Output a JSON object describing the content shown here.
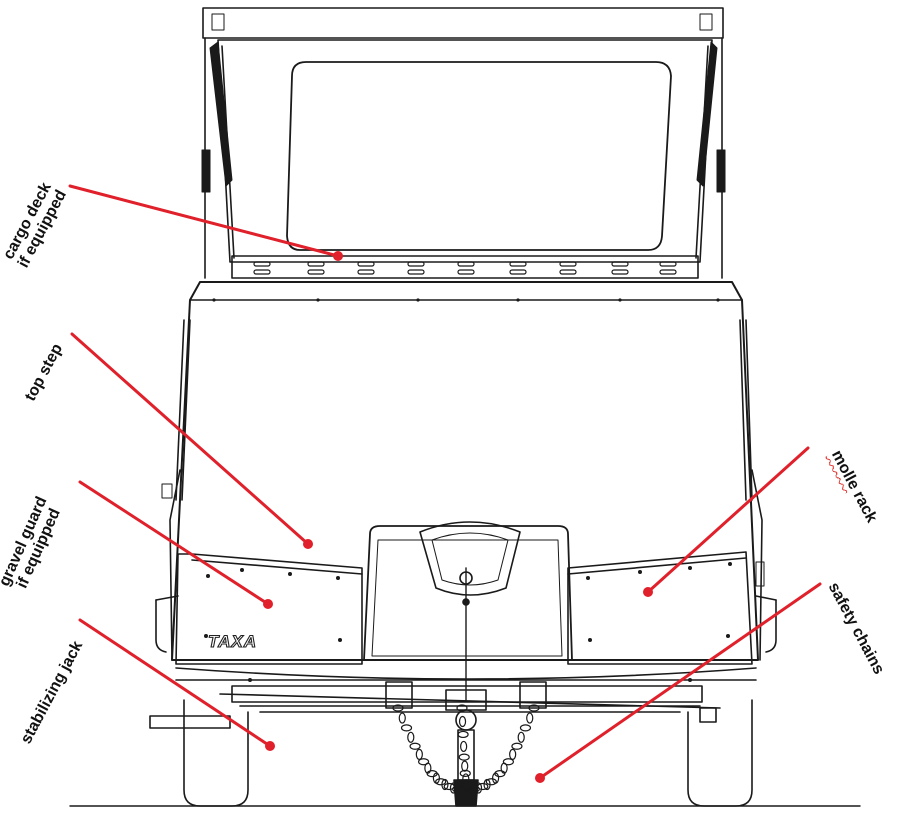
{
  "diagram": {
    "brand_text": "TAXA",
    "accent_color": "#e0202a",
    "line_color": "#1a1a1a",
    "callouts": [
      {
        "id": "cargo-deck",
        "lines": [
          "cargo deck",
          "if equipped"
        ]
      },
      {
        "id": "top-step",
        "lines": [
          "top step"
        ]
      },
      {
        "id": "gravel-guard",
        "lines": [
          "gravel guard",
          "if equipped"
        ]
      },
      {
        "id": "stabilizing-jack",
        "lines": [
          "stabilizing jack"
        ]
      },
      {
        "id": "molle-rack",
        "lines": [
          "molle",
          " rack"
        ]
      },
      {
        "id": "safety-chains",
        "lines": [
          "safety chains"
        ]
      }
    ]
  }
}
